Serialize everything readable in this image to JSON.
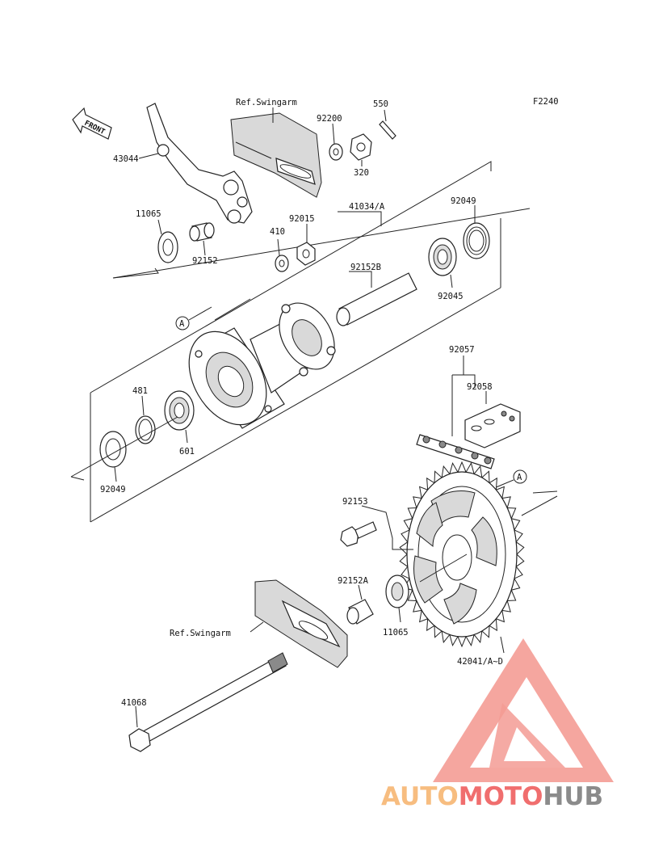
{
  "diagram": {
    "code": "F2240",
    "front_label": "FRONT",
    "ref_marker": "A",
    "labels": {
      "ref_swingarm_top": "Ref.Swingarm",
      "ref_swingarm_bottom": "Ref.Swingarm",
      "p550": "550",
      "p92200": "92200",
      "p320": "320",
      "p43044": "43044",
      "p11065_top": "11065",
      "p92152": "92152",
      "p92015": "92015",
      "p410": "410",
      "p41034": "41034/A",
      "p92049_top": "92049",
      "p92045": "92045",
      "p92152B": "92152B",
      "p481": "481",
      "p601": "601",
      "p92049_bottom": "92049",
      "p92057": "92057",
      "p92058": "92058",
      "p92153": "92153",
      "p92152A": "92152A",
      "p11065_bottom": "11065",
      "p42041": "42041/A~D",
      "p41068": "41068"
    }
  },
  "watermark": {
    "part1": "AUTO",
    "part2": "MOTO",
    "part3": "HUB",
    "colors": {
      "orange": "#f6b26b",
      "red": "#ee5555",
      "gray": "#777777"
    }
  }
}
